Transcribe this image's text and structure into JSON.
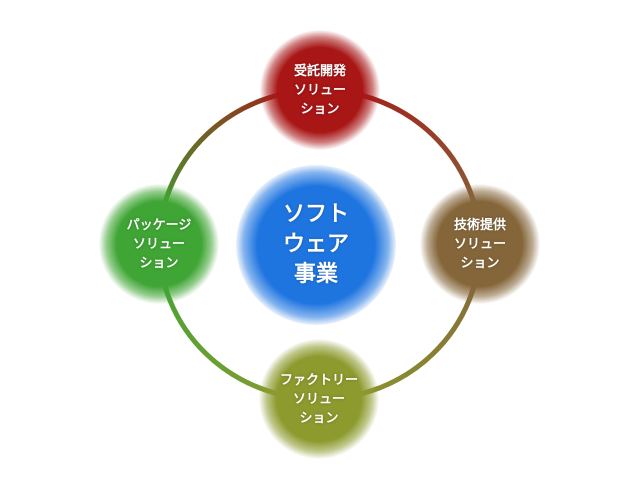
{
  "colors": {
    "center": "#1f75e0",
    "contract": "#a81616",
    "tech": "#85663a",
    "factory": "#8c9a2e",
    "package": "#3fa534"
  },
  "center": {
    "lines": [
      "ソフト",
      "ウェア",
      "事業"
    ]
  },
  "nodes": {
    "contract": {
      "lines": [
        "受託開発",
        "ソリュー",
        "ション"
      ]
    },
    "tech": {
      "lines": [
        "技術提供",
        "ソリュー",
        "ション"
      ]
    },
    "factory": {
      "lines": [
        "ファクトリー",
        "ソリュー",
        "ション"
      ]
    },
    "package": {
      "lines": [
        "パッケージ",
        "ソリュー",
        "ション"
      ]
    }
  }
}
